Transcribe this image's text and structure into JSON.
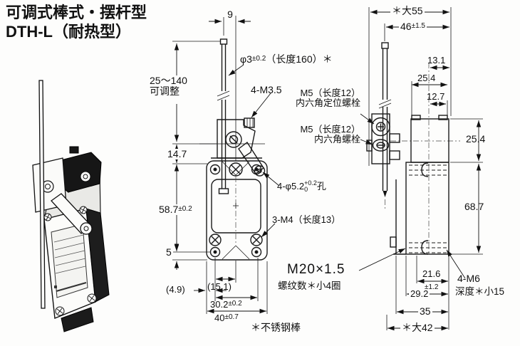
{
  "title": {
    "line1": "可调式棒式・摆杆型",
    "line2": "DTH-L（耐热型）"
  },
  "front_view": {
    "dim_9": "9",
    "rod_label": {
      "main": "φ3",
      "tol": "±0.2",
      "rest": "（长度160）＊"
    },
    "adjust_range": {
      "line1": "25～140",
      "line2": "可调整"
    },
    "screw_4m35": "4-M3.5",
    "bolt_set_label": {
      "line1": "M5（长度12）",
      "line2": "内六角定位螺栓"
    },
    "bolt_hex_label": {
      "line1": "M5（长度12）",
      "line2": "内六角螺栓"
    },
    "dim_14_7": "14.7",
    "hole_label": {
      "main": "4-φ5.2",
      "sup": "+0.2",
      "sub": "0",
      "rest": "孔"
    },
    "screw_3m4": "3-M4（长度13）",
    "dim_58_7": {
      "main": "58.7",
      "tol": "±0.2"
    },
    "dim_5": "5",
    "thread_label": {
      "line1": "M20×1.5",
      "line2": "螺纹数＊小4圈"
    },
    "dim_4_9": "(4.9)",
    "dim_15_1": "(15.1)",
    "dim_30_2": {
      "main": "30.2",
      "tol": "±0.2"
    },
    "dim_40": {
      "main": "40",
      "tol": "±0.7"
    },
    "footnote": "＊不锈钢棒"
  },
  "side_view": {
    "dim_max55": "＊大55",
    "dim_46": {
      "main": "46",
      "tol": "±1.5"
    },
    "dim_13_1": "13.1",
    "dim_25_4_top": "25.4",
    "dim_12_7": "12.7",
    "dim_25_4_right": "25.4",
    "dim_68_7": "68.7",
    "dim_21_6": "21.6",
    "dim_29_2": {
      "main": "29.2",
      "tol": "±1.2"
    },
    "dim_35": "35",
    "dim_max42": "＊大42",
    "screw_4m6": {
      "line1": "4-M6",
      "line2": "深度＊小15"
    }
  }
}
